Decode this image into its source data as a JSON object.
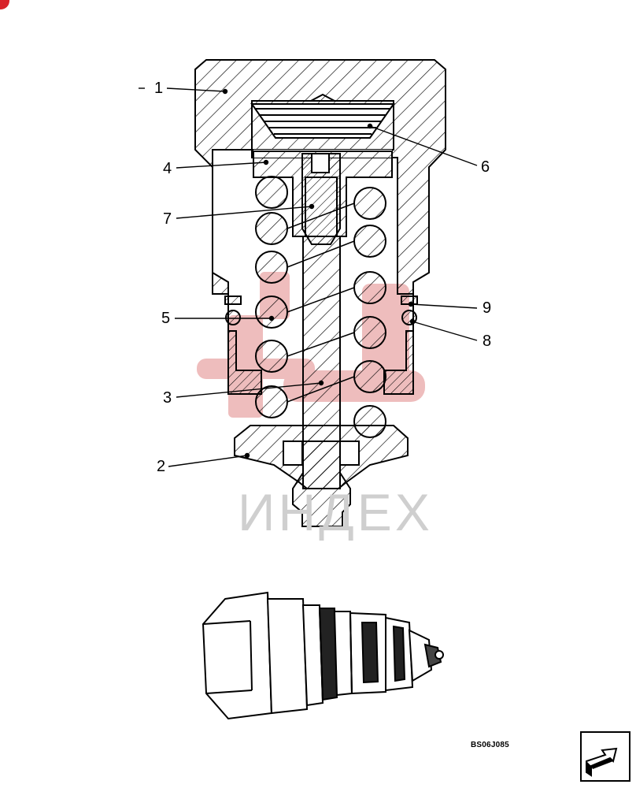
{
  "diagram": {
    "callouts": {
      "c1": "1",
      "c2": "2",
      "c3": "3",
      "c4": "4",
      "c5": "5",
      "c6": "6",
      "c7": "7",
      "c8": "8",
      "c9": "9"
    },
    "drawing_code": "BS06J085",
    "watermark_text": "ИНДЕХ"
  },
  "navigation": {
    "icon": "arrow-icon"
  },
  "colors": {
    "line": "#000000",
    "watermark": "#e8a0a0",
    "corner_mark": "#d8232a"
  }
}
